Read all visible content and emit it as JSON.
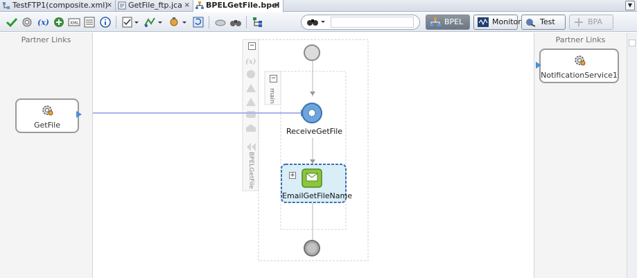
{
  "tabs": [
    {
      "label": "TestFTP1(composite.xml)",
      "close": "×",
      "active": false,
      "icon": "composite-icon"
    },
    {
      "label": "GetFile_ftp.jca",
      "close": "×",
      "active": false,
      "icon": "jca-file-icon"
    },
    {
      "label": "BPELGetFile.bpel",
      "close": "×",
      "active": true,
      "icon": "bpel-file-icon"
    }
  ],
  "tab_menu": "▼",
  "toolbar": {
    "search_placeholder": "",
    "bpel_label": "BPEL",
    "monitor_label": "Monitor",
    "test_label": "Test",
    "bpa_label": "BPA"
  },
  "partner_links_left": {
    "title": "Partner Links",
    "items": [
      {
        "label": "GetFile",
        "icon": "gear-icon"
      }
    ]
  },
  "partner_links_right": {
    "title": "Partner Links",
    "items": [
      {
        "label": "NotificationService1",
        "icon": "gear-icon"
      }
    ]
  },
  "process": {
    "name": "BPELGetFile",
    "scope_name": "main",
    "collapse": "−",
    "expand": "+",
    "activities": [
      {
        "label": "ReceiveGetFile",
        "type": "receive"
      },
      {
        "label": "EmailGetFileName",
        "type": "email"
      }
    ]
  },
  "colors": {
    "accent": "#4a90d9",
    "link_line": "#aab0f0",
    "email_fill": "#8cc63e",
    "selection": "#3a6fb5"
  }
}
